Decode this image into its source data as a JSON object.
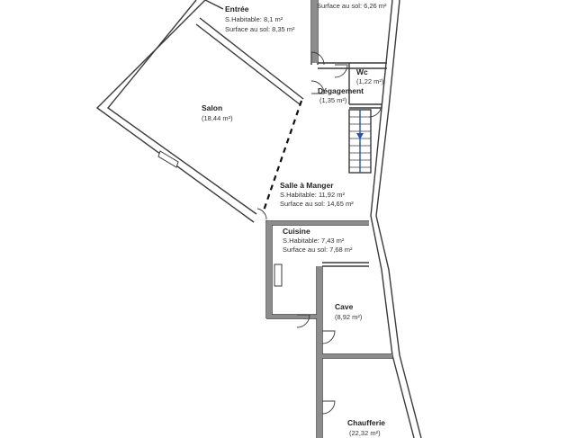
{
  "plan": {
    "rooms": [
      {
        "id": "entree",
        "name": "Entrée",
        "lines": [
          "S.Habitable: 8,1 m²",
          "Surface au sol: 8,35 m²"
        ]
      },
      {
        "id": "top-right",
        "name": "",
        "lines": [
          "Surface au sol: 6,26 m²"
        ]
      },
      {
        "id": "wc",
        "name": "Wc",
        "lines": [
          "(1,22 m²)"
        ]
      },
      {
        "id": "degagement",
        "name": "Dégagement",
        "lines": [
          "(1,35 m²)"
        ]
      },
      {
        "id": "salon",
        "name": "Salon",
        "lines": [
          "(18,44 m²)"
        ]
      },
      {
        "id": "salle-a-manger",
        "name": "Salle à Manger",
        "lines": [
          "S.Habitable: 11,92 m²",
          "Surface au sol: 14,65 m²"
        ]
      },
      {
        "id": "cuisine",
        "name": "Cuisine",
        "lines": [
          "S.Habitable: 7,43 m²",
          "Surface au sol: 7,68 m²"
        ]
      },
      {
        "id": "cave",
        "name": "Cave",
        "lines": [
          "(8,92 m²)"
        ]
      },
      {
        "id": "chaufferie",
        "name": "Chaufferie",
        "lines": [
          "(22,32 m²)"
        ]
      }
    ],
    "colors": {
      "wall": "#3a3a3a",
      "wall_fill": "#8c8c8c",
      "stair": "#2255aa",
      "background": "#ffffff"
    }
  }
}
